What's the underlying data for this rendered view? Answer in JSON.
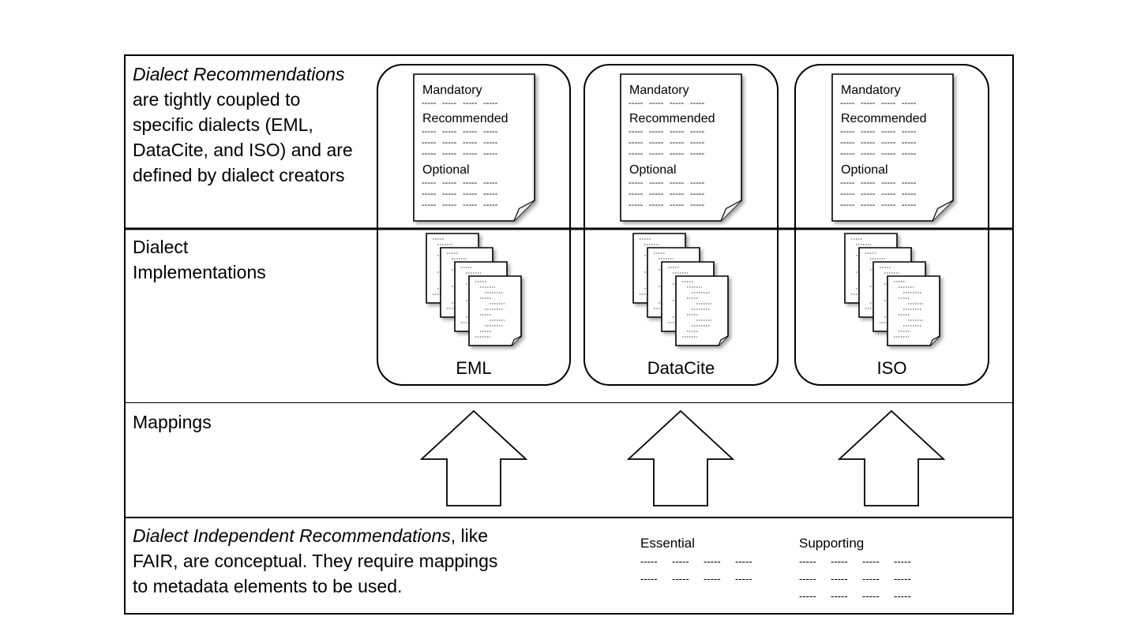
{
  "sections": {
    "dialect_recommendations": {
      "italic": "Dialect Recommendations",
      "rest": [
        "are tightly coupled to",
        "specific dialects (EML,",
        "DataCite, and ISO) and are",
        "defined by dialect creators"
      ]
    },
    "dialect_implementations": {
      "lines": [
        "Dialect",
        "Implementations"
      ]
    },
    "mappings": {
      "label": "Mappings"
    },
    "independent_recommendations": {
      "italic": "Dialect Independent Recommendations",
      "line1_rest": ", like",
      "rest": [
        "FAIR, are conceptual. They require mappings",
        "to metadata elements to be used."
      ]
    }
  },
  "doc_sections": {
    "mandatory": "Mandatory",
    "recommended": "Recommended",
    "optional": "Optional"
  },
  "dashes": "-----",
  "dialects": [
    {
      "id": "eml",
      "name": "EML"
    },
    {
      "id": "datacite",
      "name": "DataCite"
    },
    {
      "id": "iso",
      "name": "ISO"
    }
  ],
  "independent_doc": {
    "essential": "Essential",
    "supporting": "Supporting"
  }
}
